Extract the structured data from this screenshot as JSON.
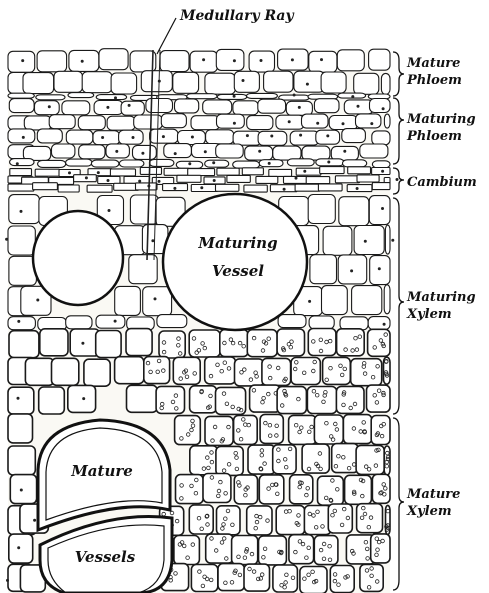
{
  "labels": {
    "medullary_ray": "Medullary Ray",
    "mature_phloem": [
      "Mature",
      "Phloem"
    ],
    "maturing_phloem": [
      "Maturing",
      "Phloem"
    ],
    "cambium": "Cambium",
    "maturing_xylem": [
      "Maturing",
      "Xylem"
    ],
    "mature_xylem": [
      "Mature",
      "Xylem"
    ],
    "maturing_vessel": [
      "Maturing",
      "Vessel"
    ],
    "mature_vessels": [
      "Mature",
      "Vessels"
    ]
  }
}
